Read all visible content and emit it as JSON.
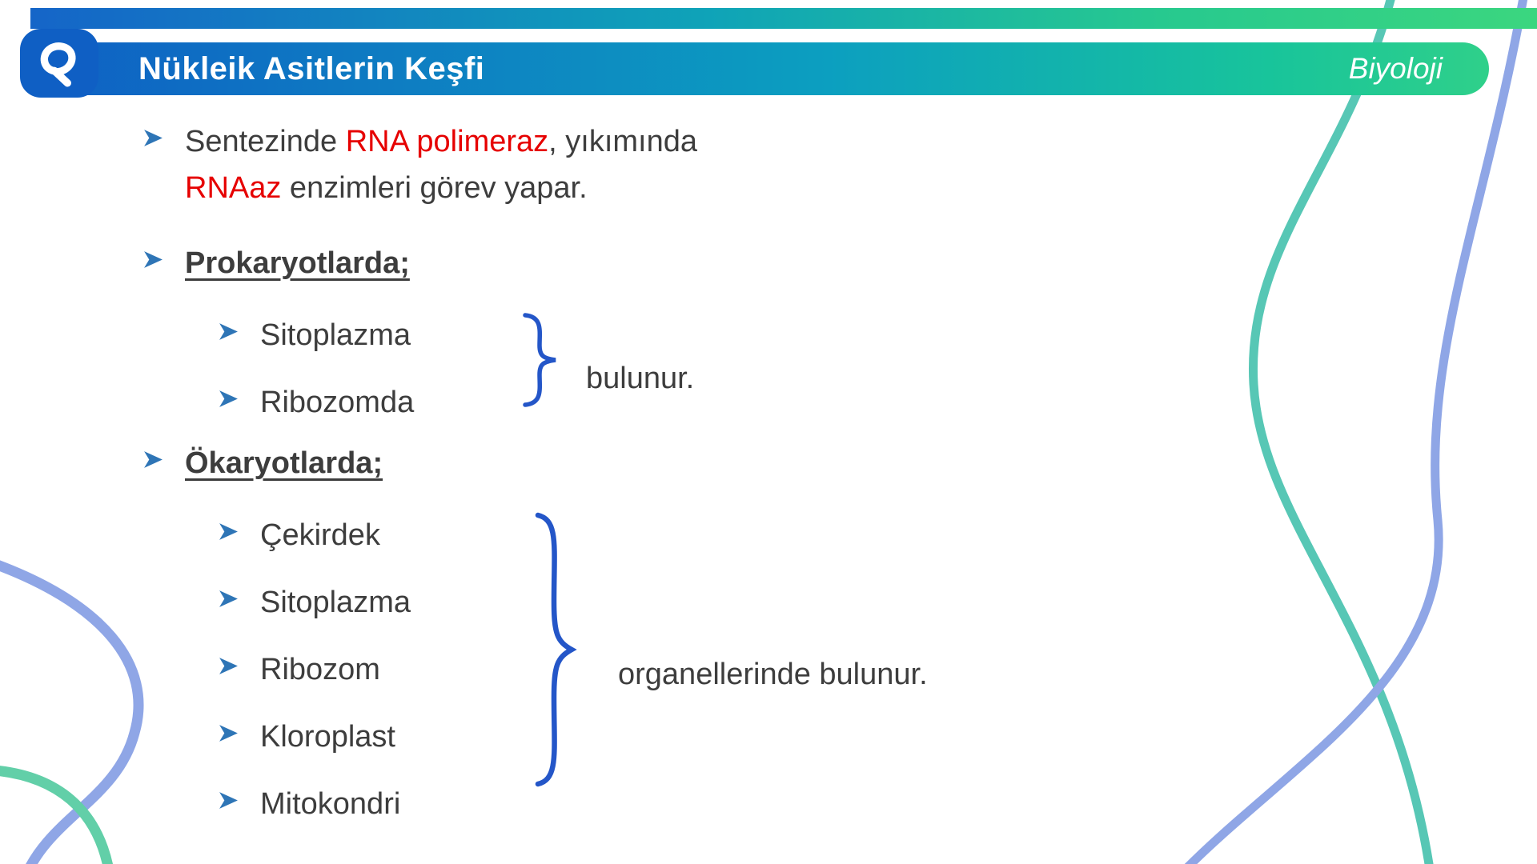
{
  "header": {
    "title": "Nükleik Asitlerin Keşfi",
    "subject": "Biyoloji"
  },
  "bullets": {
    "b1_pre": "Sentezinde ",
    "b1_red1": "RNA polimeraz",
    "b1_mid": ", yıkımında",
    "b1_red2": "RNAaz",
    "b1_post": " enzimleri görev yapar.",
    "prok_heading": "Prokaryotlarda;",
    "prok_items": [
      "Sitoplazma",
      "Ribozomda"
    ],
    "prok_result": "bulunur.",
    "euk_heading": "Ökaryotlarda;",
    "euk_items": [
      "Çekirdek",
      "Sitoplazma",
      "Ribozom",
      "Kloroplast",
      "Mitokondri"
    ],
    "euk_result": "organellerinde bulunur."
  },
  "icons": {
    "bullet_marker": "arrow-right-bullet",
    "logo": "brand-loop-glyph",
    "brace_small": "curly-brace-right",
    "brace_large": "curly-brace-right"
  },
  "colors": {
    "header_gradient_start": "#0f5fc4",
    "header_gradient_end": "#2fd08a",
    "accent_red": "#e60000",
    "bullet_blue": "#2e75b6",
    "brace_blue": "#2456c8",
    "curve_teal": "#57c7b5",
    "curve_blue": "#8fa6e6",
    "curve_green": "#62cfa8",
    "text": "#3d3d3d"
  }
}
